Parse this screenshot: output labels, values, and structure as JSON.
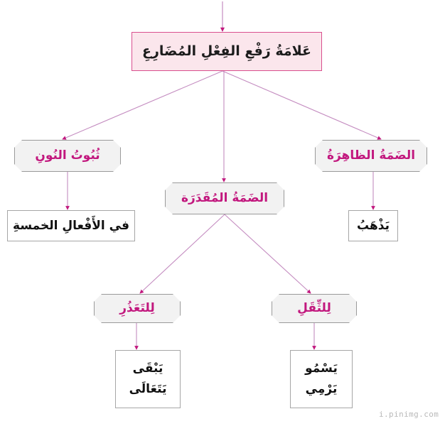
{
  "diagram": {
    "title_node": {
      "label": "عَلامَةُ رَفْعِ الفِعْلِ المُضَارِعِ"
    },
    "branches": {
      "thubut_al_nun": "ثُبُوتُ النُونِ",
      "damma_muqaddara": "الضَمَةُ المُقَدَرَة",
      "damma_zahira": "الضَمَةُ الظاهِرَةُ"
    },
    "sub_branches": {
      "li_taathur": "لِلتَعَذُرِ",
      "li_thiqal": "لِلثِّقَلِ"
    },
    "examples": {
      "af3al_khamsa": "في الأَفْعالِ الخمسةِ",
      "yadhhab": "يَذْهَبُ",
      "taathur_1": "يَبْقَى",
      "taathur_2": "يَتَعَالَى",
      "thiqal_1": "يَسْمُو",
      "thiqal_2": "يَرْمِي"
    }
  },
  "watermark": {
    "text": "i.pinimg.com"
  },
  "colors": {
    "arrow": "#c2187e",
    "arrow_line": "#c48cc0",
    "title_fill": "#fbe6ec",
    "title_border": "#d94f8e",
    "node_fill": "#f2f2f2",
    "node_border": "#9a9a9a",
    "node_text": "#c2187e",
    "leaf_text": "#111111"
  }
}
